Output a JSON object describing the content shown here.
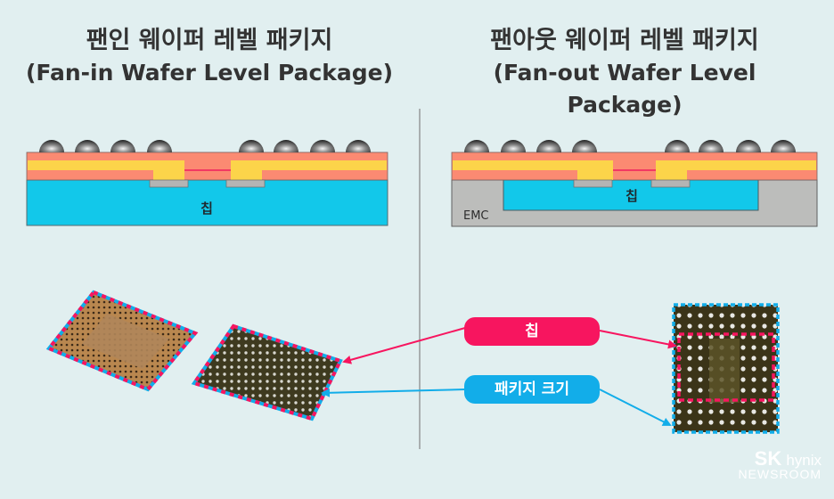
{
  "left": {
    "title_ko": "팬인 웨이퍼 레벨 패키지",
    "title_en": "(Fan-in Wafer Level Package)",
    "chip_label": "칩"
  },
  "right": {
    "title_ko": "팬아웃 웨이퍼 레벨 패키지",
    "title_en": "(Fan-out Wafer Level Package)",
    "chip_label": "칩",
    "emc_label": "EMC"
  },
  "callouts": {
    "chip": "칩",
    "package_size": "패키지 크기"
  },
  "colors": {
    "background": "#e1eff0",
    "chip": "#12c8ea",
    "rdl_dielectric": "#fb8a72",
    "rdl_metal": "#fcd44a",
    "pad": "#b4b4b4",
    "emc": "#bcbdbb",
    "chip_accent": "#f7155f",
    "package_accent": "#12ade9"
  },
  "logo": {
    "brand": "SK",
    "brand_sub": "hynix",
    "section": "NEWSROOM"
  }
}
